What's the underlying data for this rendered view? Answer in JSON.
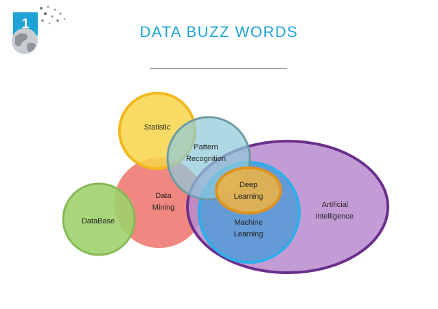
{
  "badge": {
    "number": "1"
  },
  "header": {
    "title": "DATA BUZZ WORDS"
  },
  "diagram": {
    "statistic": "Statistic",
    "pattern_1": "Pattern",
    "pattern_2": "Recognition",
    "data_mining_1": "Data",
    "data_mining_2": "Mining",
    "database": "DataBase",
    "deep_1": "Deep",
    "deep_2": "Learning",
    "machine_1": "Machine",
    "machine_2": "Learning",
    "ai_1": "Artificial",
    "ai_2": "Intelligence"
  },
  "colors": {
    "accent": "#1ea3d6",
    "statistic": "#f7d54a",
    "pattern": "#8fcbd9",
    "data_mining": "#ee766f",
    "database": "#9fd26d",
    "artificial_intelligence": "#b88bcf",
    "machine_learning": "#5a9ad6",
    "deep_learning": "#e8b348"
  }
}
